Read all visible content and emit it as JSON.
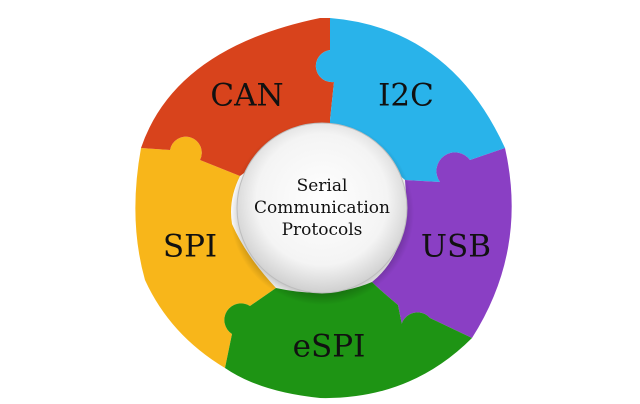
{
  "center": {
    "lines": [
      "Serial",
      "Communication",
      "Protocols"
    ]
  },
  "segments": [
    {
      "id": "can",
      "label": "CAN",
      "color": "#d8431c"
    },
    {
      "id": "i2c",
      "label": "I2C",
      "color": "#29b3ea"
    },
    {
      "id": "usb",
      "label": "USB",
      "color": "#8a3fc4"
    },
    {
      "id": "espi",
      "label": "eSPI",
      "color": "#1e9414"
    },
    {
      "id": "spi",
      "label": "SPI",
      "color": "#f8b61a"
    }
  ]
}
